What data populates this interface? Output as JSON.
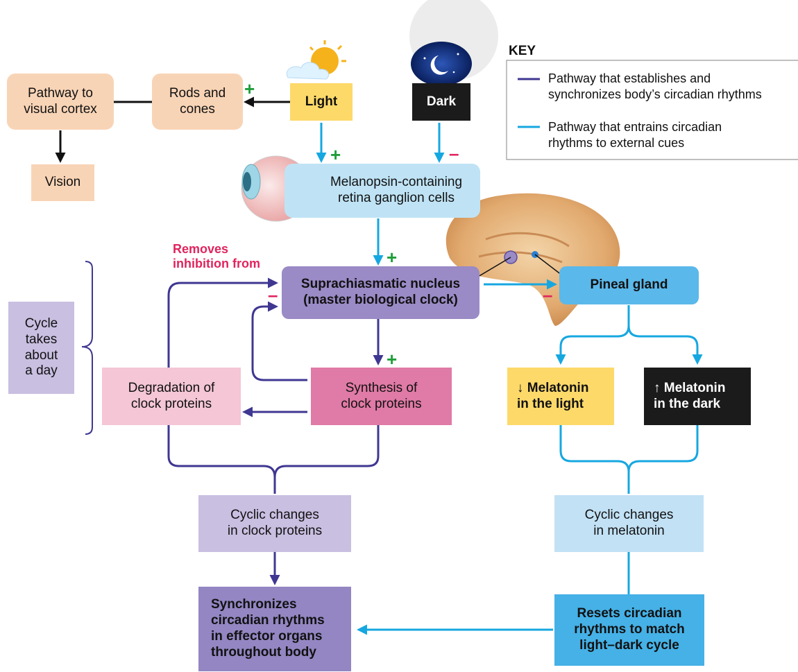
{
  "nodes": {
    "pathway_visual": "Pathway to\nvisual cortex",
    "rods_cones": "Rods and\ncones",
    "light": "Light",
    "dark": "Dark",
    "vision": "Vision",
    "melanopsin": "Melanopsin-containing\nretina ganglion cells",
    "scn": "Suprachiasmatic nucleus\n(master biological clock)",
    "pineal": "Pineal gland",
    "degradation": "Degradation of\nclock proteins",
    "synthesis": "Synthesis of\nclock proteins",
    "mel_light": "↓ Melatonin\n   in the light",
    "mel_dark": "↑ Melatonin\n   in the dark",
    "cyclic_clock": "Cyclic changes\nin clock proteins",
    "cyclic_mel": "Cyclic changes\nin melatonin",
    "sync": "Synchronizes\ncircadian rhythms\nin effector organs\nthroughout body",
    "resets": "Resets circadian\nrhythms to match\nlight–dark cycle"
  },
  "labels": {
    "removes_inhibition": "Removes\ninhibition from",
    "cycle": "Cycle\ntakes\nabout\na day",
    "plus": "+",
    "minus": "–"
  },
  "key": {
    "title": "KEY",
    "purple_text": "Pathway that establishes and\nsynchronizes body’s circadian rhythms",
    "blue_text": "Pathway that entrains circadian\nrhythms to external cues"
  },
  "colors": {
    "purple_path": "#3f3791",
    "blue_path": "#16a7e0",
    "black_path": "#111111",
    "plus": "#1e9e3a",
    "minus": "#e0245e"
  }
}
